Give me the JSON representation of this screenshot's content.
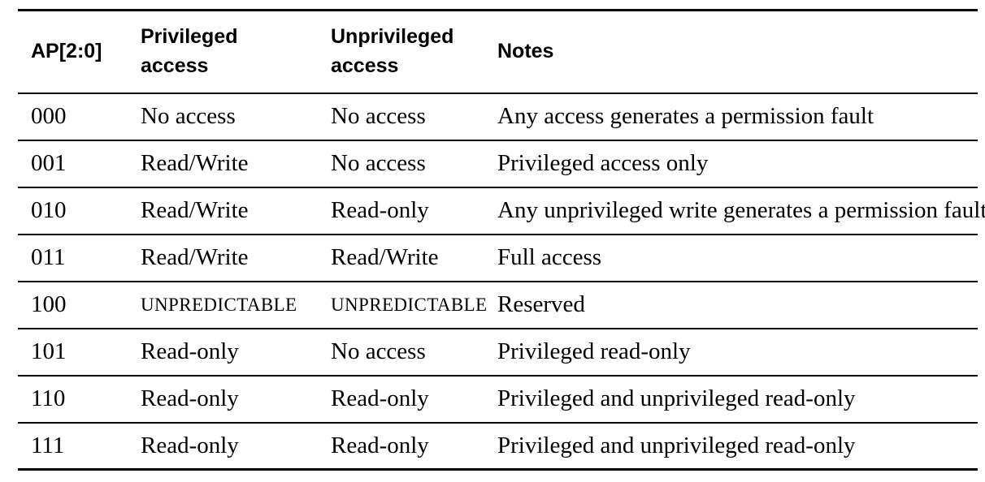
{
  "table": {
    "columns": [
      {
        "key": "ap",
        "label": "AP[2:0]"
      },
      {
        "key": "privileged",
        "label": "Privileged access"
      },
      {
        "key": "unprivileged",
        "label": "Unprivileged access"
      },
      {
        "key": "notes",
        "label": "Notes"
      }
    ],
    "rows": [
      {
        "ap": "000",
        "privileged": "No access",
        "unprivileged": "No access",
        "notes": "Any access generates a permission fault"
      },
      {
        "ap": "001",
        "privileged": "Read/Write",
        "unprivileged": "No access",
        "notes": "Privileged access only"
      },
      {
        "ap": "010",
        "privileged": "Read/Write",
        "unprivileged": "Read-only",
        "notes": "Any unprivileged write generates a permission fault"
      },
      {
        "ap": "011",
        "privileged": "Read/Write",
        "unprivileged": "Read/Write",
        "notes": "Full access"
      },
      {
        "ap": "100",
        "privileged": "UNPREDICTABLE",
        "unprivileged": "UNPREDICTABLE",
        "notes": "Reserved"
      },
      {
        "ap": "101",
        "privileged": "Read-only",
        "unprivileged": "No access",
        "notes": "Privileged read-only"
      },
      {
        "ap": "110",
        "privileged": "Read-only",
        "unprivileged": "Read-only",
        "notes": "Privileged and unprivileged read-only"
      },
      {
        "ap": "111",
        "privileged": "Read-only",
        "unprivileged": "Read-only",
        "notes": "Privileged and unprivileged read-only"
      }
    ],
    "special_value_style": "UNPREDICTABLE",
    "colors": {
      "text": "#000000",
      "rule": "#000000",
      "background": "#ffffff"
    }
  }
}
